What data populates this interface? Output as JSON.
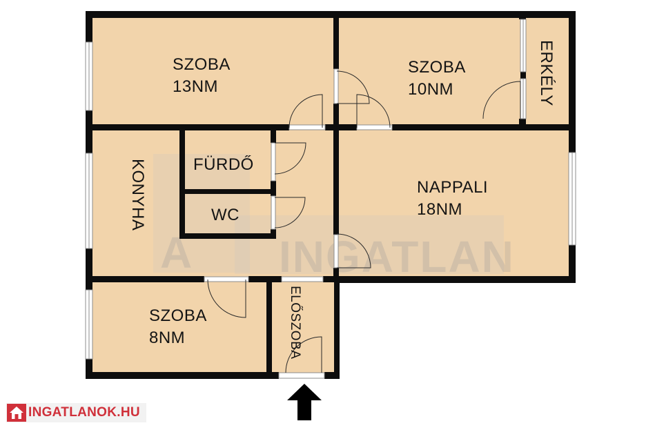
{
  "colors": {
    "floor": "#f2d4ab",
    "wall": "#0d0d0d",
    "brand_red": "#d0303a",
    "watermark": "#9a9a9a"
  },
  "rooms": {
    "szoba13": {
      "name": "SZOBA",
      "area": "13NM"
    },
    "szoba10": {
      "name": "SZOBA",
      "area": "10NM"
    },
    "erkely": {
      "name": "ERKÉLY"
    },
    "furdo": {
      "name": "FÜRDŐ"
    },
    "wc": {
      "name": "WC"
    },
    "konyha": {
      "name": "KONYHA"
    },
    "nappali": {
      "name": "NAPPALI",
      "area": "18NM"
    },
    "szoba8": {
      "name": "SZOBA",
      "area": "8NM"
    },
    "eloszoba": {
      "name": "ELŐSZOBA"
    }
  },
  "watermark": {
    "letter": "A",
    "text": "INGATLAN"
  },
  "brand": {
    "text": "INGATLANOK.HU",
    "icon": "house-icon"
  },
  "entrance": {
    "icon": "arrow-up-icon"
  }
}
